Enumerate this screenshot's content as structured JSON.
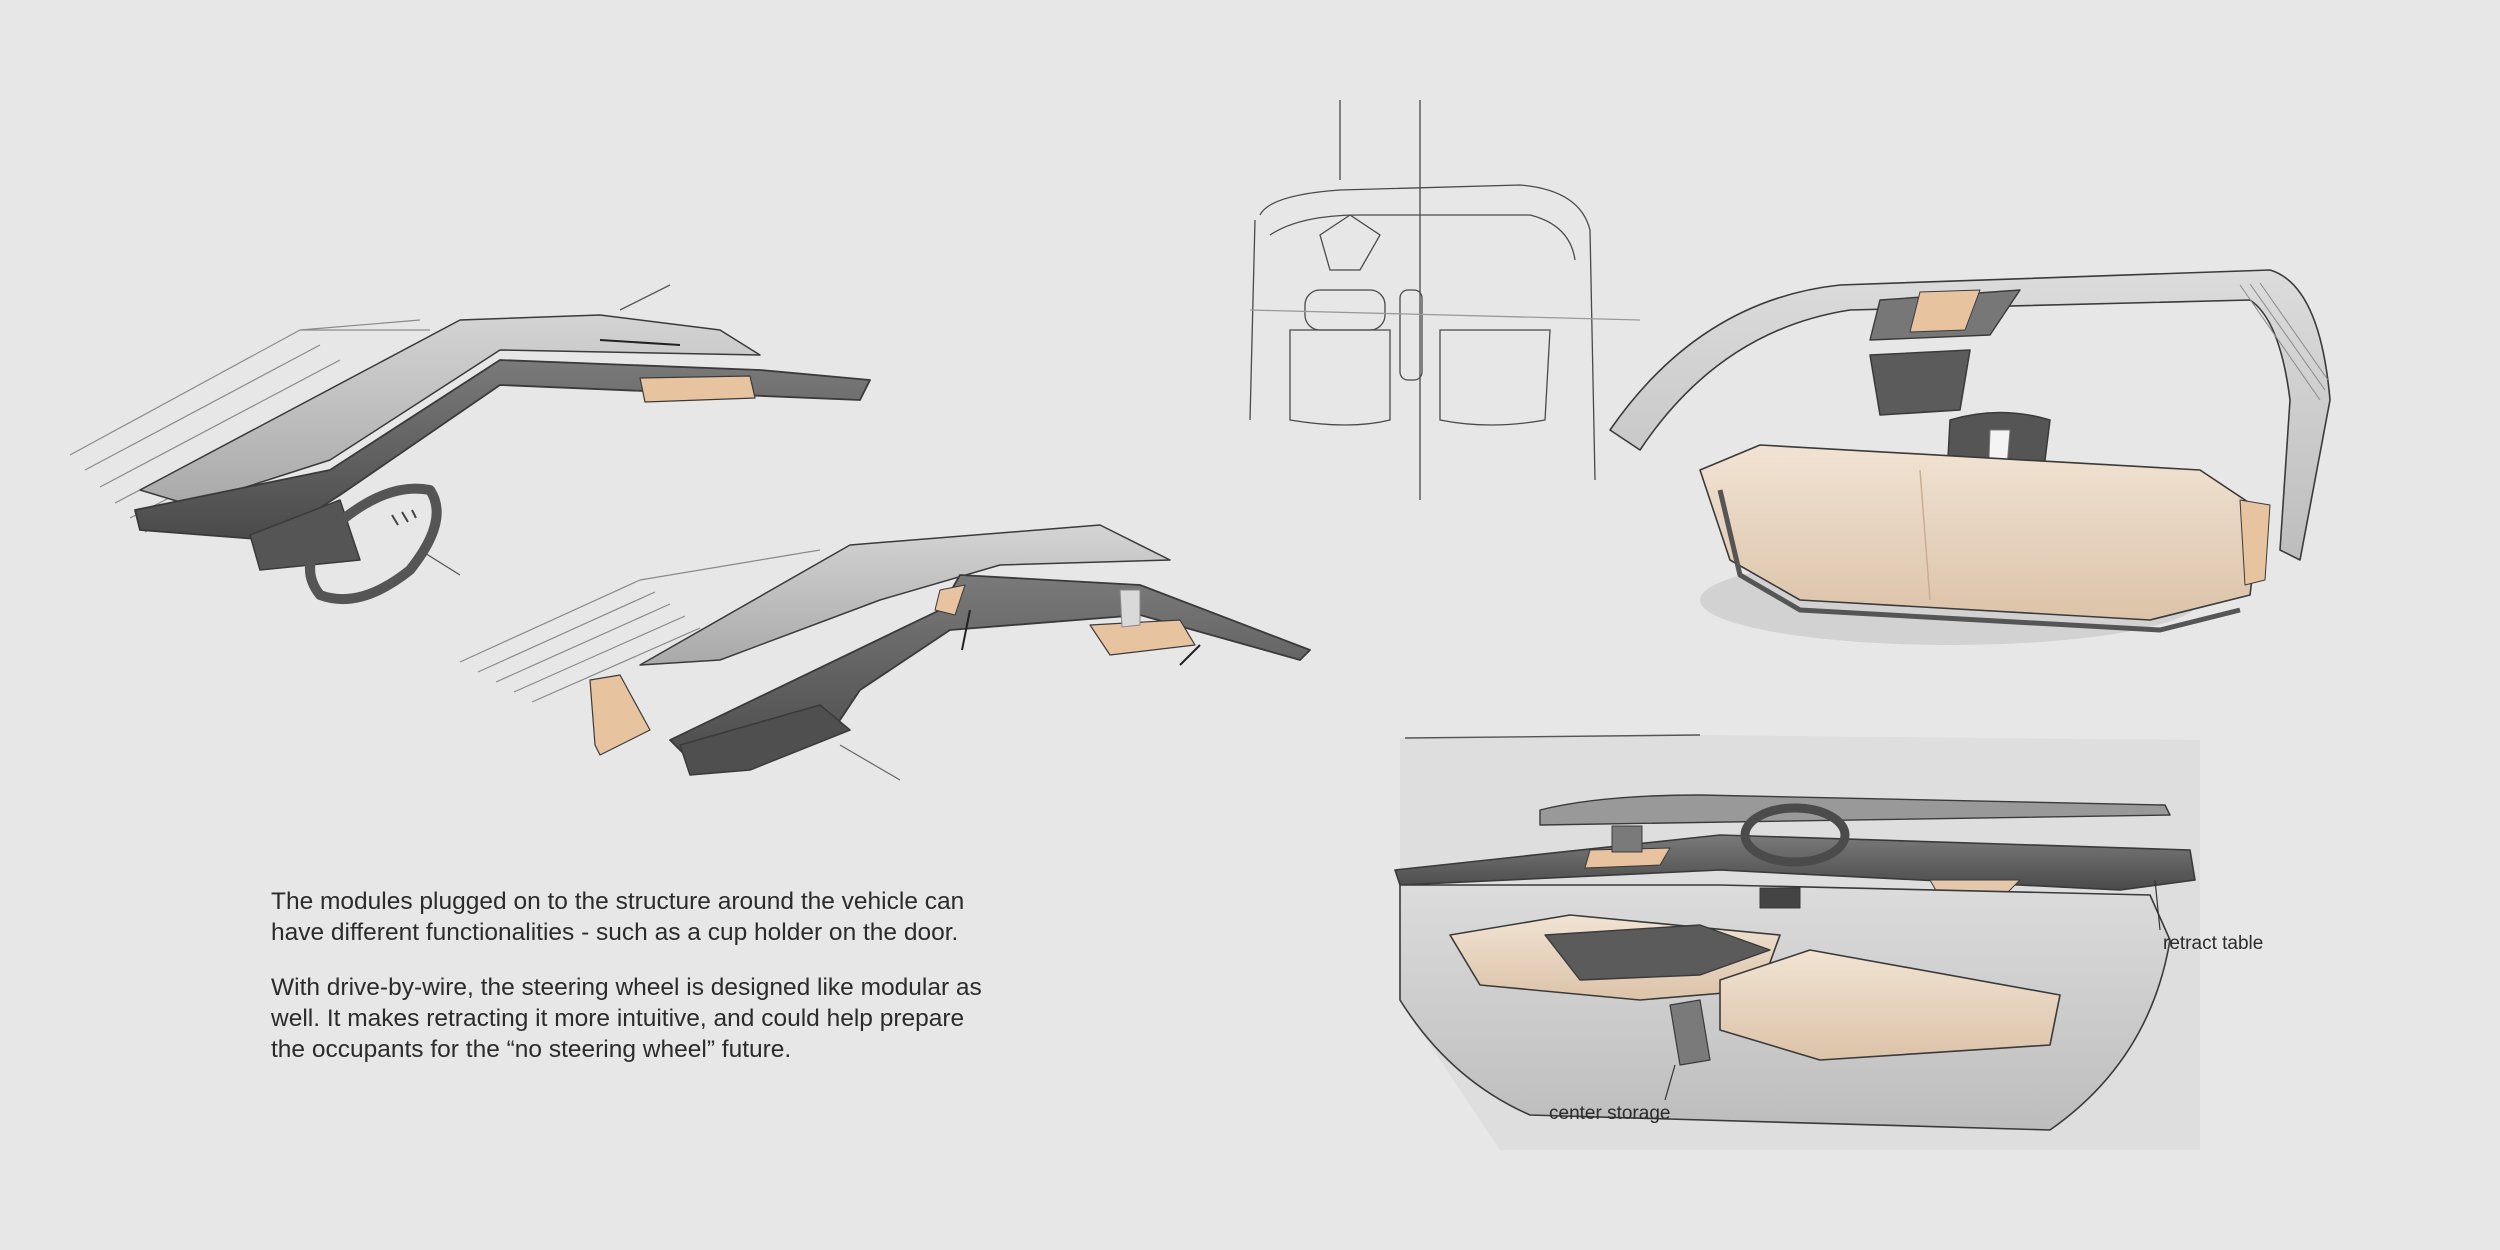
{
  "captions": {
    "paragraph_1": "The modules plugged on to the structure around the vehicle can\nhave different functionalities - such as a cup holder on the door.",
    "paragraph_2": "With drive-by-wire, the steering wheel is designed like modular as\nwell. It makes retracting it more intuitive, and could help prepare\nthe occupants for the “no steering wheel” future."
  },
  "callouts": {
    "retract_table": "retract table",
    "center_storage": "center storage"
  },
  "colors": {
    "background": "#e7e7e7",
    "dark_module": "#5d5d5d",
    "light_module": "#b9b9b9",
    "accent_tan": "#e8c3a0",
    "seat_beige": "#ecdccb",
    "line": "#3a3a3a"
  }
}
